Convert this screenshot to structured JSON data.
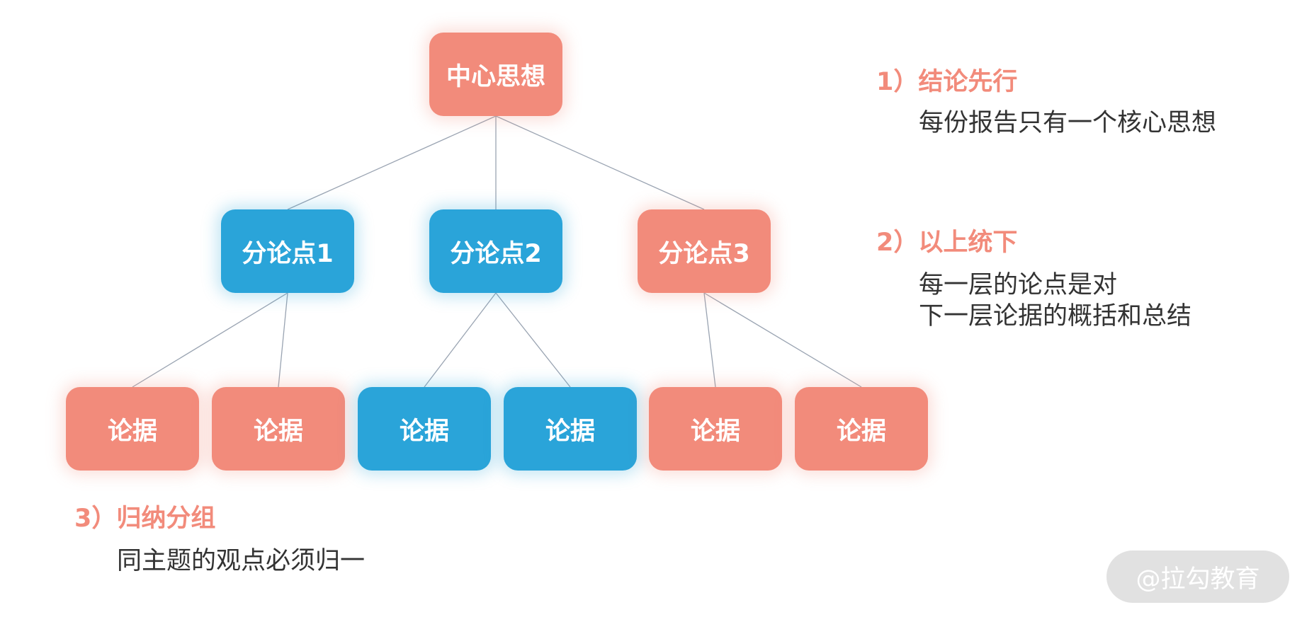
{
  "colors": {
    "salmon": "#f28b7b",
    "blue": "#2aa4d9",
    "line": "#9aa4b2",
    "text_dark": "#333333",
    "watermark_bg": "#d7d7d7"
  },
  "tree": {
    "root": {
      "label": "中心思想",
      "color": "salmon"
    },
    "sub_points": [
      {
        "label": "分论点1",
        "color": "blue"
      },
      {
        "label": "分论点2",
        "color": "blue"
      },
      {
        "label": "分论点3",
        "color": "salmon"
      }
    ],
    "evidence": [
      {
        "label": "论据",
        "color": "salmon",
        "parent": 0
      },
      {
        "label": "论据",
        "color": "salmon",
        "parent": 0
      },
      {
        "label": "论据",
        "color": "blue",
        "parent": 1
      },
      {
        "label": "论据",
        "color": "blue",
        "parent": 1
      },
      {
        "label": "论据",
        "color": "salmon",
        "parent": 2
      },
      {
        "label": "论据",
        "color": "salmon",
        "parent": 2
      }
    ]
  },
  "principles": [
    {
      "title": "1）结论先行",
      "lines": [
        "每份报告只有一个核心思想"
      ]
    },
    {
      "title": "2）以上统下",
      "lines": [
        "每一层的论点是对",
        "下一层论据的概括和总结"
      ]
    },
    {
      "title": "3）归纳分组",
      "lines": [
        "同主题的观点必须归一"
      ]
    }
  ],
  "watermark": "@拉勾教育"
}
